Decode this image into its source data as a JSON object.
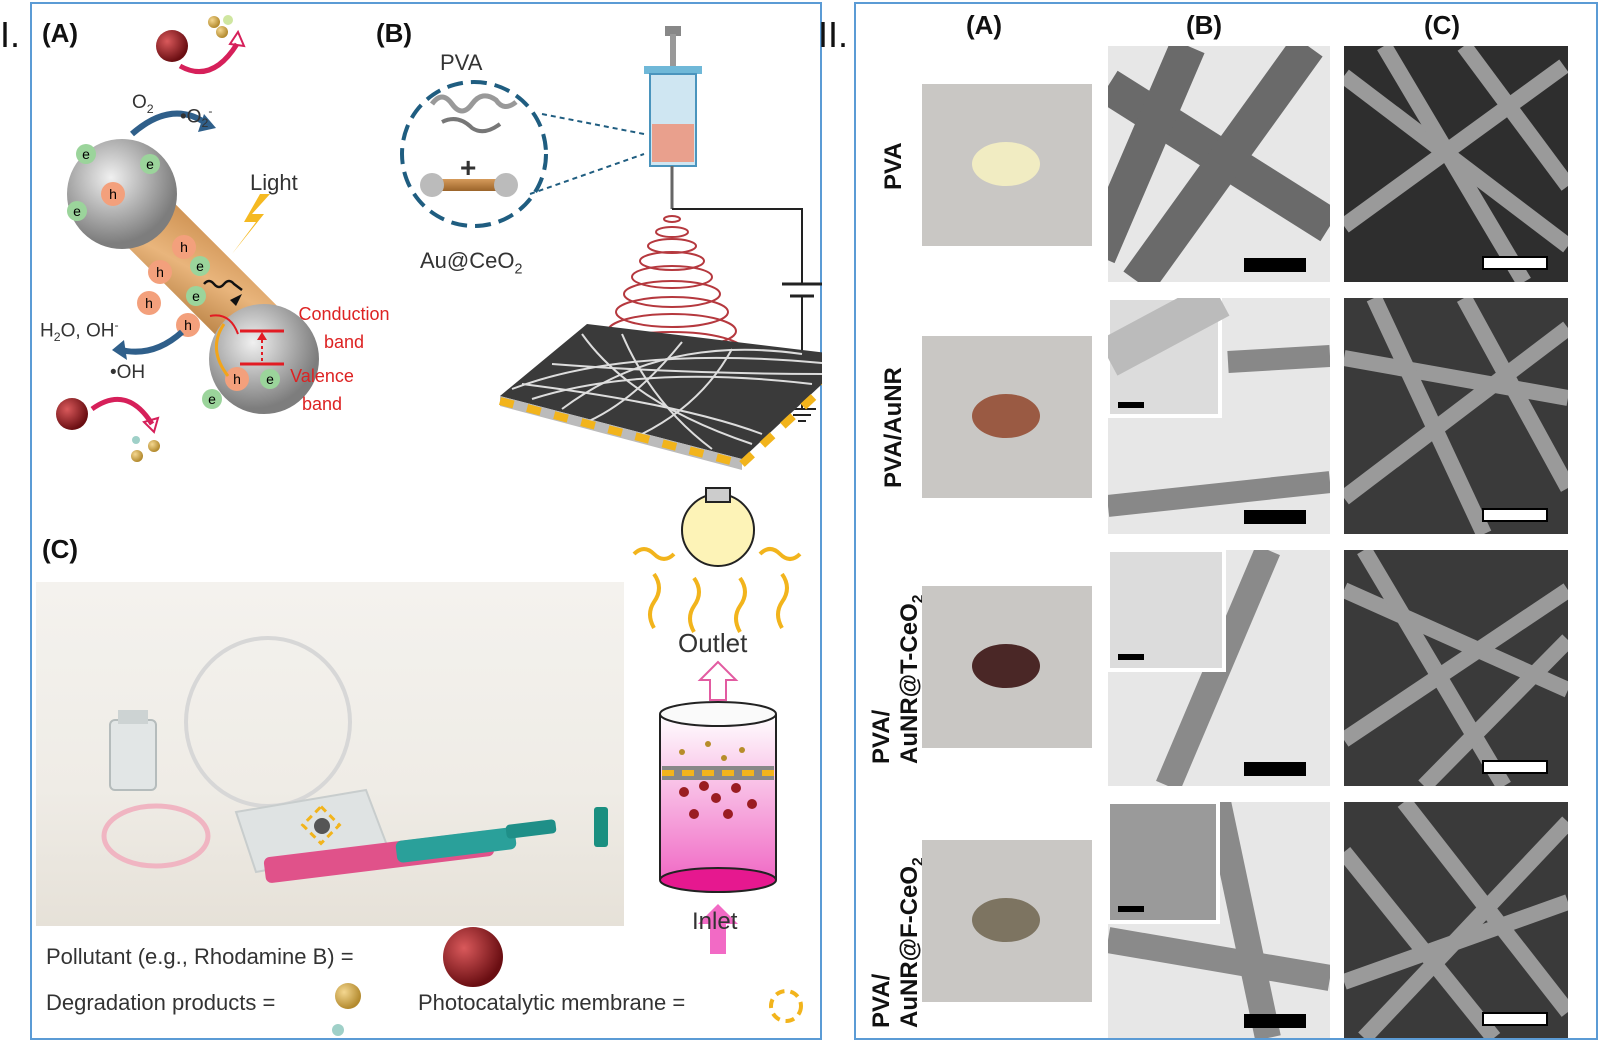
{
  "part1": {
    "roman": "I.",
    "A": {
      "label": "(A)",
      "o2": "O",
      "o2sub": "2",
      "o2rad": "•O",
      "o2radsub": "2",
      "o2radsup": "-",
      "light": "Light",
      "h2o": "H",
      "h2osub": "2",
      "h2orest": "O, OH",
      "h2osup": "-",
      "ohrad": "•OH",
      "cb": "Conduction band",
      "vb": "Valence band",
      "e": "e",
      "h": "h"
    },
    "B": {
      "label": "(B)",
      "pva": "PVA",
      "au": "Au@CeO",
      "ausub": "2",
      "plus": "+"
    },
    "C": {
      "label": "(C)",
      "outlet": "Outlet",
      "inlet": "Inlet",
      "legend1": "Pollutant (e.g., Rhodamine B) =",
      "legend2": "Degradation products =",
      "legend3": "Photocatalytic membrane ="
    }
  },
  "part2": {
    "roman": "II.",
    "cols": [
      "(A)",
      "(B)",
      "(C)"
    ],
    "rows": [
      {
        "l1": "PVA",
        "l2": ""
      },
      {
        "l1": "PVA/AuNR",
        "l2": ""
      },
      {
        "l1": "PVA/",
        "l2": "AuNR@T-CeO",
        "sub": "2"
      },
      {
        "l1": "PVA/",
        "l2": "AuNR@F-CeO",
        "sub": "2"
      }
    ],
    "disc_colors": [
      "#f1ecc2",
      "#9a5a43",
      "#4a2726",
      "#7d7461"
    ]
  }
}
